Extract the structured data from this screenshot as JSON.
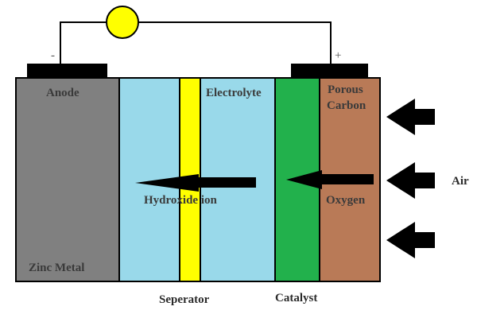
{
  "terminals": {
    "negative": "-",
    "positive": "+"
  },
  "labels": {
    "anode": "Anode",
    "zinc_metal": "Zinc Metal",
    "electrolyte": "Electrolyte",
    "porous_line1": "Porous",
    "porous_line2": "Carbon",
    "hydroxide_ion": "Hydroxide ion",
    "oxygen": "Oxygen",
    "air": "Air",
    "separator": "Seperator",
    "catalyst": "Catalyst"
  },
  "colors": {
    "anode": "#808080",
    "electrolyte": "#99d9ea",
    "separator": "#ffff00",
    "catalyst": "#22b14c",
    "porous_carbon": "#b97a57",
    "bulb": "#ffff00",
    "terminal": "#000000",
    "arrow": "#000000"
  }
}
